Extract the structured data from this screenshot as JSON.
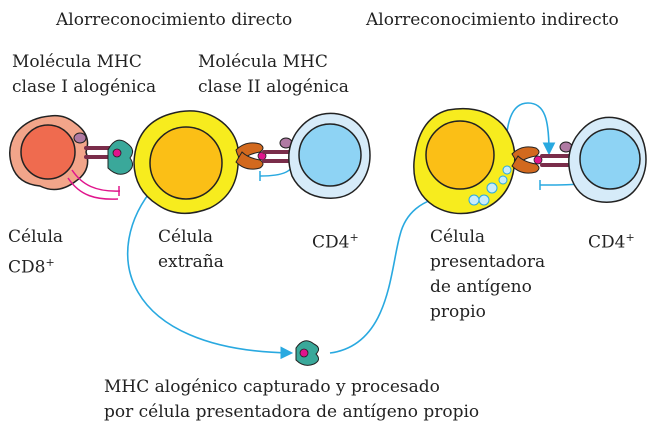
{
  "headers": {
    "direct": "Alorreconocimiento directo",
    "indirect": "Alorreconocimiento indirecto"
  },
  "labels": {
    "mhc1_line1": "Molécula MHC",
    "mhc1_line2": "clase I alogénica",
    "mhc2_line1": "Molécula MHC",
    "mhc2_line2": "clase II alogénica",
    "cd8_line1": "Célula",
    "cd8_line2": "CD8",
    "cd8_sup": "+",
    "foreign_line1": "Célula",
    "foreign_line2": "extraña",
    "cd4_left": "CD4",
    "cd4_left_sup": "+",
    "apc_line1": "Célula",
    "apc_line2": "presentadora",
    "apc_line3": "de antígeno",
    "apc_line4": "propio",
    "cd4_right": "CD4",
    "cd4_right_sup": "+",
    "caption_line1": "MHC alogénico capturado y procesado",
    "caption_line2": "por célula presentadora de antígeno propio"
  },
  "colors": {
    "cd8_outer": "#f2a58a",
    "cd8_nucleus": "#ef6b4f",
    "foreign_outer": "#f7ec1e",
    "foreign_nucleus": "#fbbf16",
    "cd4_outer": "#d6ebf9",
    "cd4_nucleus": "#8ed3f4",
    "arrow": "#29a9e0",
    "signal": "#e0158c",
    "tcr": "#7a2d4a",
    "mhc_class1": "#3aa89a",
    "mhc_class2": "#d2691e"
  }
}
